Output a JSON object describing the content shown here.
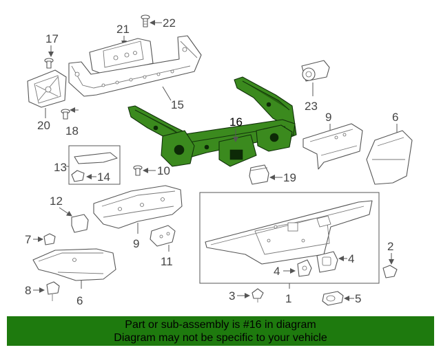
{
  "callouts": {
    "c1": "1",
    "c2": "2",
    "c3": "3",
    "c4a": "4",
    "c4b": "4",
    "c5": "5",
    "c6a": "6",
    "c6b": "6",
    "c7": "7",
    "c8": "8",
    "c9a": "9",
    "c9b": "9",
    "c10": "10",
    "c11": "11",
    "c12": "12",
    "c13": "13",
    "c14": "14",
    "c15": "15",
    "c16": "16",
    "c17": "17",
    "c18": "18",
    "c19": "19",
    "c20": "20",
    "c21": "21",
    "c22": "22",
    "c23": "23"
  },
  "highlight": {
    "part_number": "16",
    "color": "#3b8a1e"
  },
  "banner": {
    "line1": "Part or sub-assembly is #16 in diagram",
    "line2": "Diagram may not be specific to your vehicle",
    "background": "#1e7a0e"
  }
}
